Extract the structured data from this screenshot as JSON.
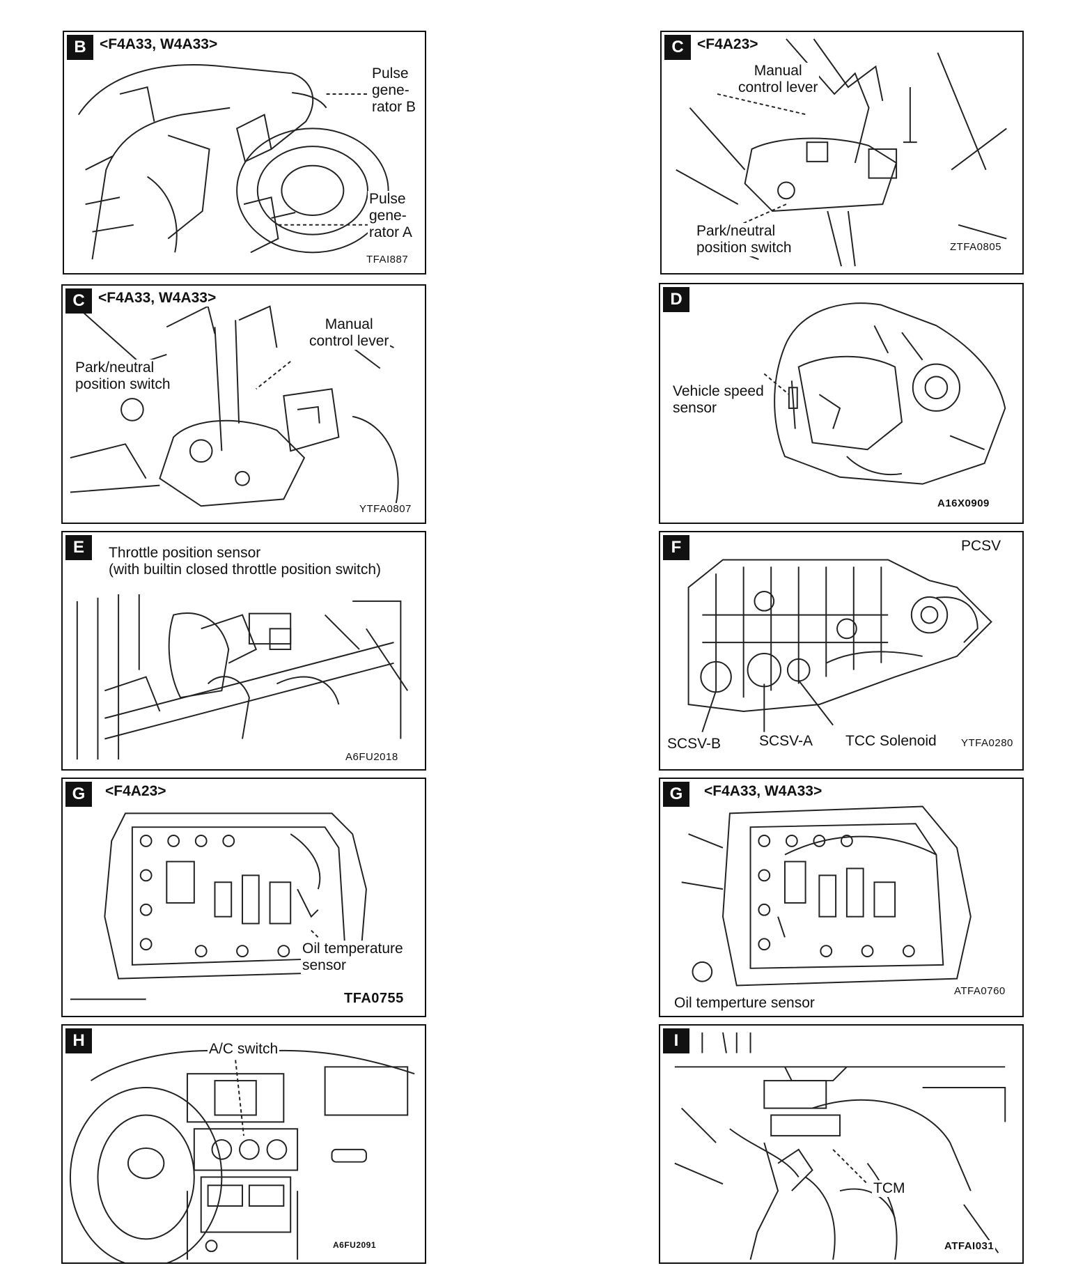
{
  "panels": {
    "b": {
      "letter": "B",
      "model": "<F4A33, W4A33>",
      "label_b": [
        "Pulse",
        "gene-",
        "rator B"
      ],
      "label_a": [
        "Pulse",
        "gene-",
        "rator A"
      ],
      "code": "TFAI887"
    },
    "c1": {
      "letter": "C",
      "model": "<F4A23>",
      "lever": [
        "Manual",
        "control lever"
      ],
      "switch": [
        "Park/neutral",
        "position switch"
      ],
      "code": "ZTFA0805"
    },
    "c2": {
      "letter": "C",
      "model": "<F4A33, W4A33>",
      "lever": [
        "Manual",
        "control lever"
      ],
      "switch": [
        "Park/neutral",
        "position switch"
      ],
      "code": "YTFA0807"
    },
    "d": {
      "letter": "D",
      "sensor": [
        "Vehicle speed",
        "sensor"
      ],
      "code": "A16X0909"
    },
    "e": {
      "letter": "E",
      "title": [
        "Throttle position sensor",
        "(with builtin closed throttle position switch)"
      ],
      "code": "A6FU2018"
    },
    "f": {
      "letter": "F",
      "pcsv": "PCSV",
      "scsvb": "SCSV-B",
      "scsva": "SCSV-A",
      "tcc": "TCC Solenoid",
      "code": "YTFA0280"
    },
    "g1": {
      "letter": "G",
      "model": "<F4A23>",
      "sensor": [
        "Oil temperature",
        "sensor"
      ],
      "code": "TFA0755"
    },
    "g2": {
      "letter": "G",
      "model": "<F4A33, W4A33>",
      "sensor": "Oil temperture sensor",
      "code": "ATFA0760"
    },
    "h": {
      "letter": "H",
      "switch": "A/C switch",
      "code": "A6FU2091"
    },
    "i": {
      "letter": "I",
      "tcm": "TCM",
      "code": "ATFAI031"
    }
  }
}
